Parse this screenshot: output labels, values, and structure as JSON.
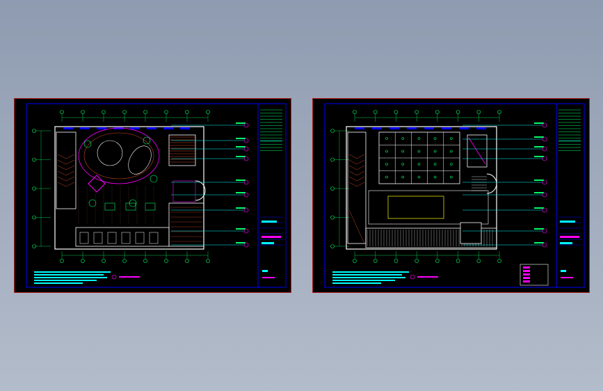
{
  "drawing": {
    "sheets": [
      {
        "id": "left",
        "label": ""
      },
      {
        "id": "right",
        "label": ""
      }
    ],
    "grid_columns": [
      "1",
      "2",
      "3",
      "4",
      "5",
      "6",
      "7",
      "8"
    ],
    "grid_rows": [
      "A",
      "B",
      "C",
      "D",
      "E"
    ],
    "colors": {
      "background": "#000000",
      "frame": "#0000ff",
      "sheet_border": "#b02020",
      "walls": "#ffffff",
      "dimension": "#00ff66",
      "annotation": "#00ffff",
      "accent": "#ff00ff",
      "furniture": "#00ff66",
      "hatch": "#cc4422",
      "highlight": "#ffff00"
    },
    "icons": [
      "grid-bubble-icon",
      "section-mark-icon",
      "north-symbol-icon"
    ]
  }
}
